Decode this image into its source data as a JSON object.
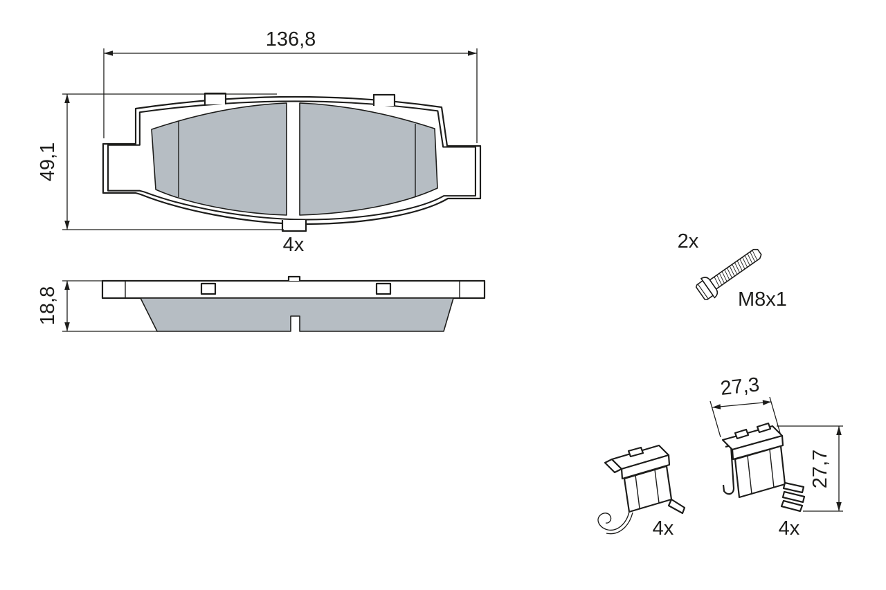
{
  "colors": {
    "line": "#1d1d1b",
    "friction": "#b6bdc3",
    "background": "#ffffff"
  },
  "front_view": {
    "width": "136,8",
    "height": "49,1",
    "qty": "4x"
  },
  "side_view": {
    "thickness": "18,8"
  },
  "bolt": {
    "qty": "2x",
    "thread": "M8x1"
  },
  "clip_left": {
    "qty": "4x"
  },
  "clip_right": {
    "qty": "4x",
    "width": "27,3",
    "height": "27,7"
  }
}
